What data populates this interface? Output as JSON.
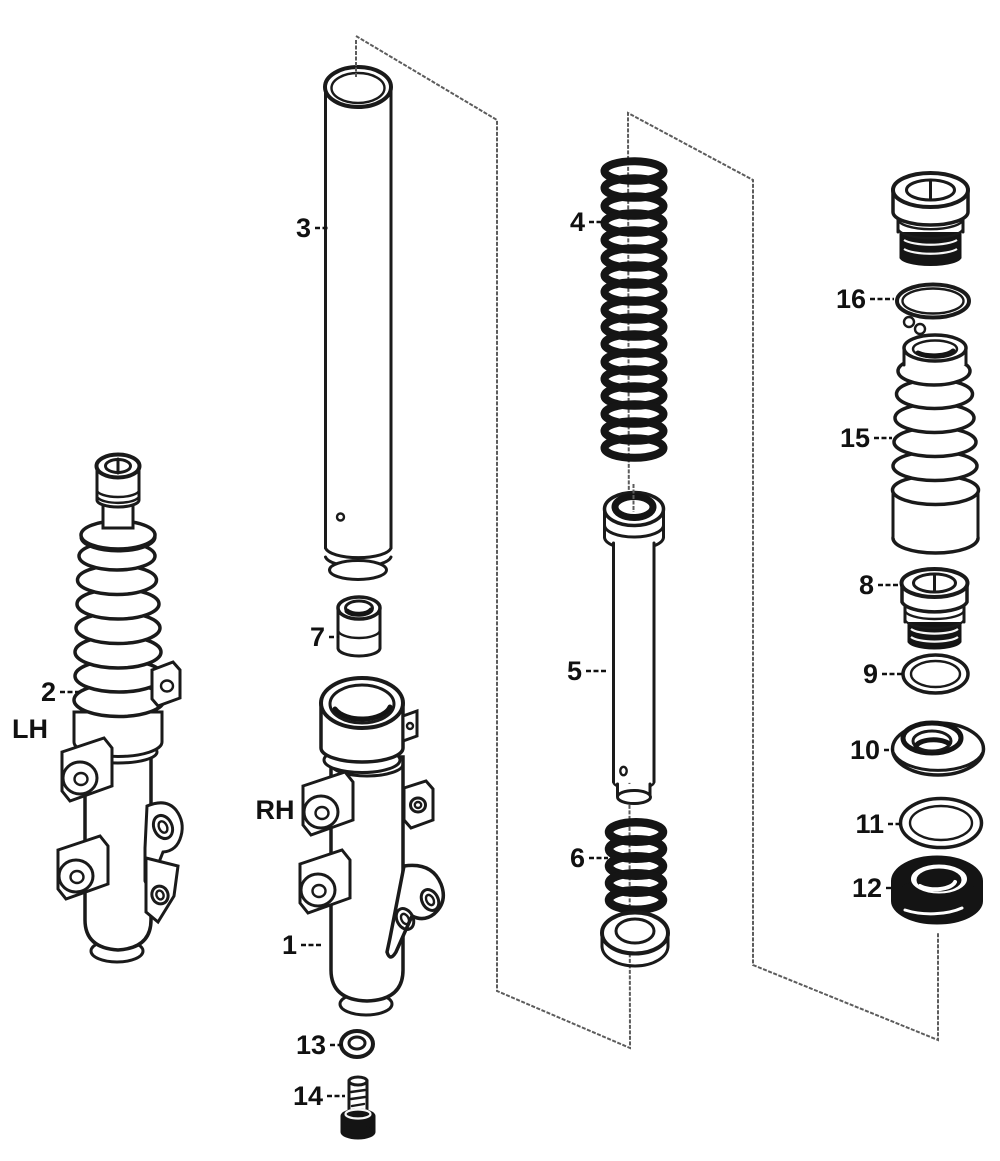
{
  "diagram": {
    "background_color": "#ffffff",
    "ink_color": "#1a1a1a",
    "plane_line_color": "#5c5c5c",
    "spring_color": "#151515",
    "labels": {
      "part1": "1",
      "part2": "2",
      "part3": "3",
      "part4": "4",
      "part5": "5",
      "part6": "6",
      "part7": "7",
      "part8": "8",
      "part9": "9",
      "part10": "10",
      "part11": "11",
      "part12": "12",
      "part13": "13",
      "part14": "14",
      "part15": "15",
      "part16": "16",
      "left_hand": "LH",
      "right_hand": "RH"
    }
  }
}
